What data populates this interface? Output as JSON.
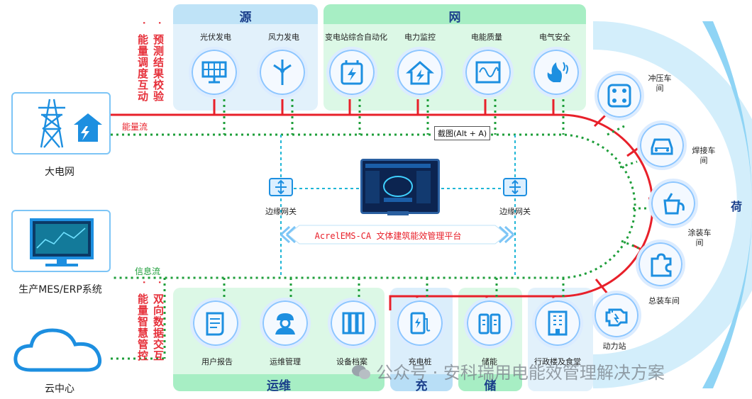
{
  "sections": {
    "yuan": "源",
    "wang": "网",
    "he": "荷",
    "yunwei": "运维",
    "chong": "充",
    "chu": "储"
  },
  "left_nodes": {
    "grid": "大电网",
    "mes": "生产MES/ERP系统",
    "cloud": "云中心"
  },
  "flows": {
    "energy": "能量流",
    "info": "信息流"
  },
  "vertical_texts": {
    "top_col1": "预测结果校验",
    "top_col2": "能量调度互动",
    "bottom_col1": "双向数据交互",
    "bottom_col2": "能量智慧管控"
  },
  "source_items": [
    "光伏发电",
    "风力发电"
  ],
  "grid_items": [
    "变电站综合自动化",
    "电力监控",
    "电能质量",
    "电气安全"
  ],
  "load_items": [
    "冲压车间",
    "焊接车间",
    "涂装车间",
    "总装车间",
    "动力站"
  ],
  "bottom_items": {
    "ops": [
      "用户报告",
      "运维管理",
      "设备档案"
    ],
    "charge": "充电桩",
    "storage": "储能",
    "office": "行政楼及食堂"
  },
  "gateway_left": "边缘网关",
  "gateway_right": "边缘网关",
  "platform": "AcrelEMS-CA 文体建筑能效管理平台",
  "tooltip": "截图(Alt + A)",
  "watermark": "公众号 · 安科瑞用电能效管理解决方案",
  "colors": {
    "energy_line": "#e8202a",
    "info_line": "#1e9e3a",
    "gateway_link": "#1fb6d6",
    "source_panel": "#dff0fb",
    "grid_panel": "#d9f7e4",
    "load_ring": "#c9eafa",
    "title_blue": "#1a3e8a"
  }
}
